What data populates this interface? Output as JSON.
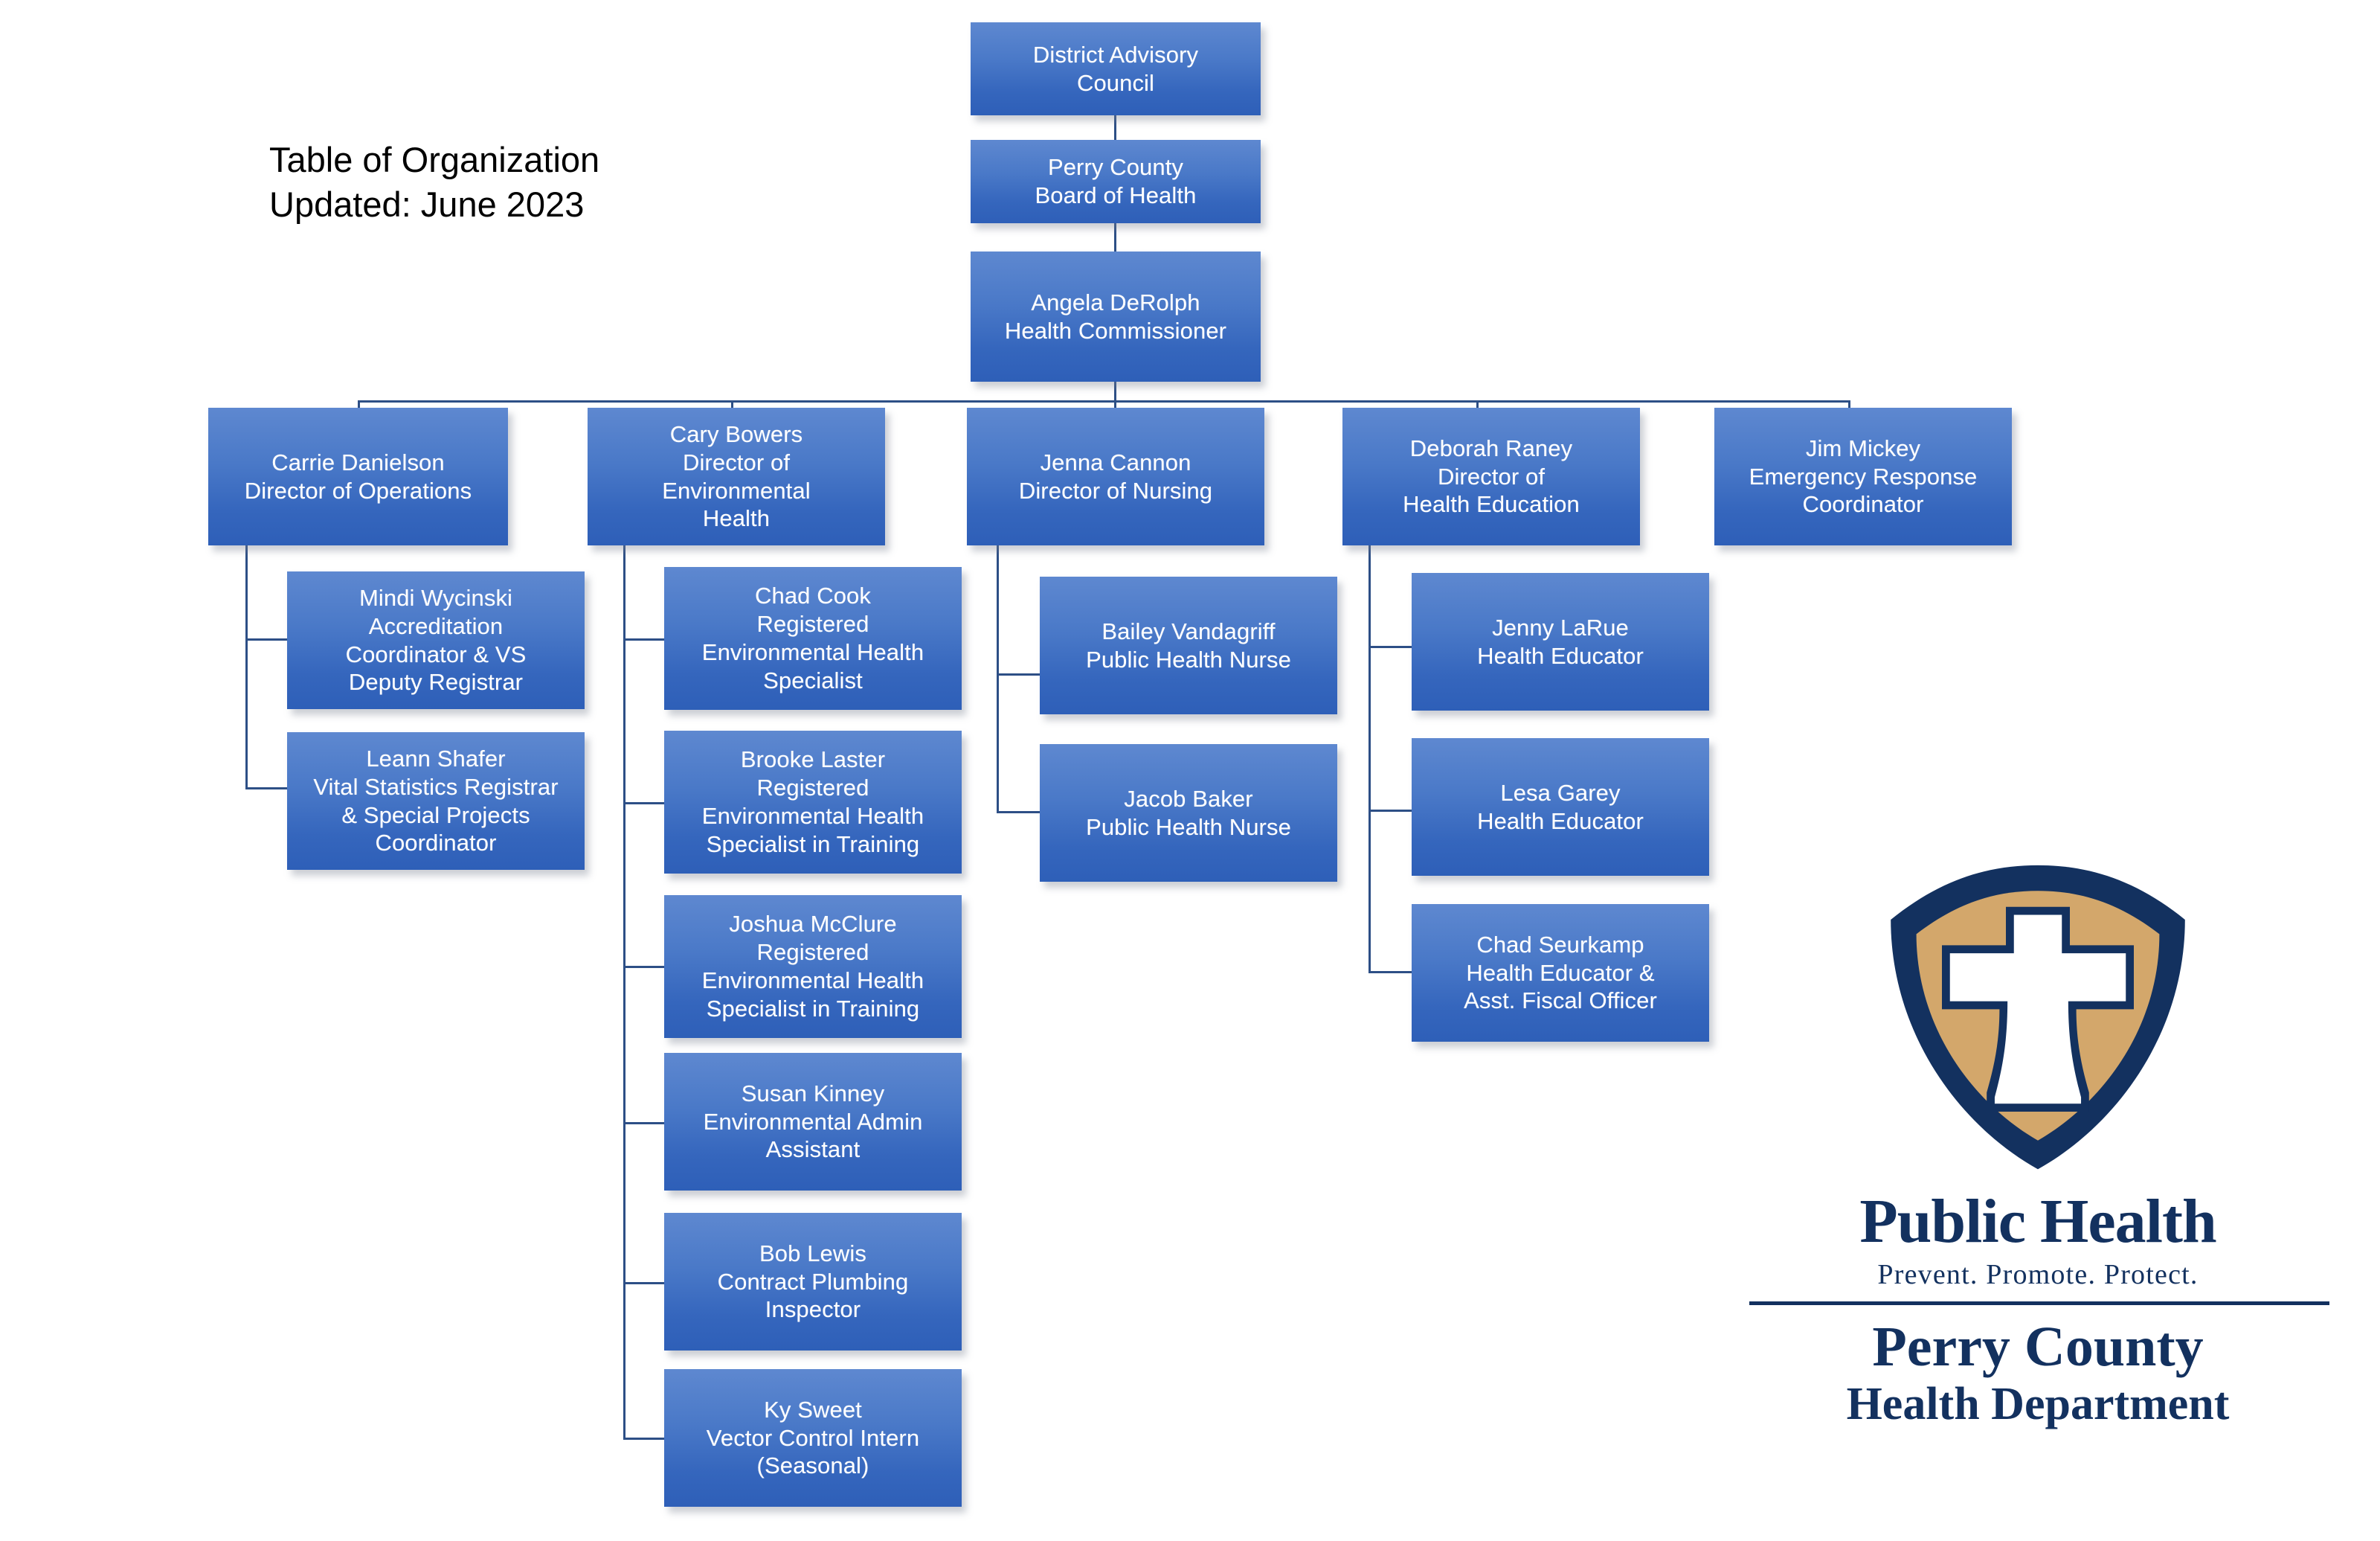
{
  "title": {
    "text": "Table of Organization\nUpdated: June 2023"
  },
  "colors": {
    "box_top": "#5e88d0",
    "box_bottom": "#2e5fb8",
    "connector": "#2d4f86",
    "box_text": "#ffffff",
    "title_text": "#000000",
    "logo_navy": "#13315f",
    "logo_tan": "#d3a76b",
    "background": "#ffffff"
  },
  "chart": {
    "type": "org-chart",
    "nodes": {
      "district_advisory_council": {
        "text": "District Advisory\nCouncil"
      },
      "board_of_health": {
        "text": "Perry County\nBoard of Health"
      },
      "health_commissioner": {
        "text": "Angela DeRolph\nHealth Commissioner"
      },
      "director_operations": {
        "text": "Carrie Danielson\nDirector of Operations"
      },
      "director_environmental_health": {
        "text": "Cary Bowers\nDirector of\nEnvironmental\nHealth"
      },
      "director_nursing": {
        "text": "Jenna Cannon\nDirector of Nursing"
      },
      "director_health_education": {
        "text": "Deborah Raney\nDirector of\nHealth Education"
      },
      "emergency_response_coordinator": {
        "text": "Jim Mickey\nEmergency Response\nCoordinator"
      },
      "ops_1": {
        "text": "Mindi Wycinski\nAccreditation\nCoordinator & VS\nDeputy Registrar"
      },
      "ops_2": {
        "text": "Leann Shafer\nVital Statistics Registrar\n& Special Projects\nCoordinator"
      },
      "eh_1": {
        "text": "Chad Cook\nRegistered\nEnvironmental Health\nSpecialist"
      },
      "eh_2": {
        "text": "Brooke Laster\nRegistered\nEnvironmental Health\nSpecialist in Training"
      },
      "eh_3": {
        "text": "Joshua McClure\nRegistered\nEnvironmental Health\nSpecialist in Training"
      },
      "eh_4": {
        "text": "Susan Kinney\nEnvironmental Admin\nAssistant"
      },
      "eh_5": {
        "text": "Bob Lewis\nContract Plumbing\nInspector"
      },
      "eh_6": {
        "text": "Ky Sweet\nVector Control Intern\n(Seasonal)"
      },
      "nurse_1": {
        "text": "Bailey Vandagriff\nPublic Health Nurse"
      },
      "nurse_2": {
        "text": "Jacob Baker\nPublic Health Nurse"
      },
      "he_1": {
        "text": "Jenny LaRue\nHealth Educator"
      },
      "he_2": {
        "text": "Lesa Garey\nHealth Educator"
      },
      "he_3": {
        "text": "Chad Seurkamp\nHealth Educator &\nAsst. Fiscal Officer"
      }
    }
  },
  "logo": {
    "shield_icon": "public-health-shield-cross",
    "line1": "Public Health",
    "tagline": "Prevent. Promote. Protect.",
    "line3": "Perry County",
    "line4": "Health Department"
  }
}
